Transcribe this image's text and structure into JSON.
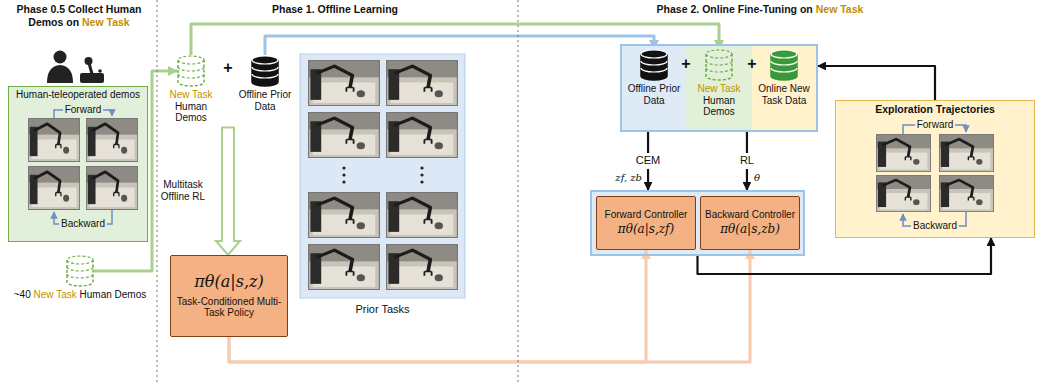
{
  "diagram": {
    "nodes": [
      {
        "text": [
          "Human-teleoperated demos"
        ]
      },
      {
        "text": [
          "~40",
          "New Task",
          "Human Demos"
        ]
      },
      {
        "text": [
          "New Task",
          "Human Demos"
        ]
      },
      {
        "text": [
          "Offline Prior Data"
        ]
      },
      {
        "text": [
          "Prior Tasks"
        ]
      },
      {
        "text": [
          "πθ(a|s,z)",
          "Task-Conditioned Multi-Task Policy"
        ]
      },
      {
        "text": []
      },
      {
        "text": [
          "Offline Prior Data"
        ],
        "in": 6
      },
      {
        "text": [
          "New Task",
          "Human Demos"
        ],
        "in": 6
      },
      {
        "text": [
          "Online New Task Data"
        ],
        "in": 6
      },
      {
        "text": []
      },
      {
        "text": [
          "Forward Controller",
          "πθ(a|s,zf)"
        ],
        "in": 10
      },
      {
        "text": [
          "Backward Controller",
          "πθ(a|s,zb)"
        ],
        "in": 10
      },
      {
        "text": [
          "Exploration Trajectories"
        ]
      }
    ],
    "edges": [
      {
        "from": 1,
        "to": 2,
        "arrow": "to"
      },
      {
        "from": 2,
        "to": 8,
        "arrow": "to"
      },
      {
        "from": 3,
        "to": 7,
        "arrow": "to"
      },
      {
        "from": 2,
        "to": 5,
        "arrow": "to",
        "label": "Multitask Offline RL"
      },
      {
        "from": 5,
        "to": 11,
        "arrow": "to"
      },
      {
        "from": 5,
        "to": 12,
        "arrow": "to"
      },
      {
        "from": 6,
        "to": 10,
        "arrow": "to",
        "label": "CEM"
      },
      {
        "from": 6,
        "to": 10,
        "arrow": "to",
        "label": "RL"
      },
      {
        "from": 10,
        "to": 13,
        "arrow": "to"
      },
      {
        "from": 13,
        "to": 6,
        "arrow": "to"
      }
    ],
    "labels": [
      "Phase 0.5 Collect Human Demos on",
      "New Task",
      "Phase 1. Offline Learning",
      "Phase 2. Online Fine-Tuning on",
      "New Task",
      "Forward",
      "Backward",
      "+",
      "+",
      "+",
      "zf, zb",
      "θ",
      "Forward",
      "Backward"
    ]
  }
}
